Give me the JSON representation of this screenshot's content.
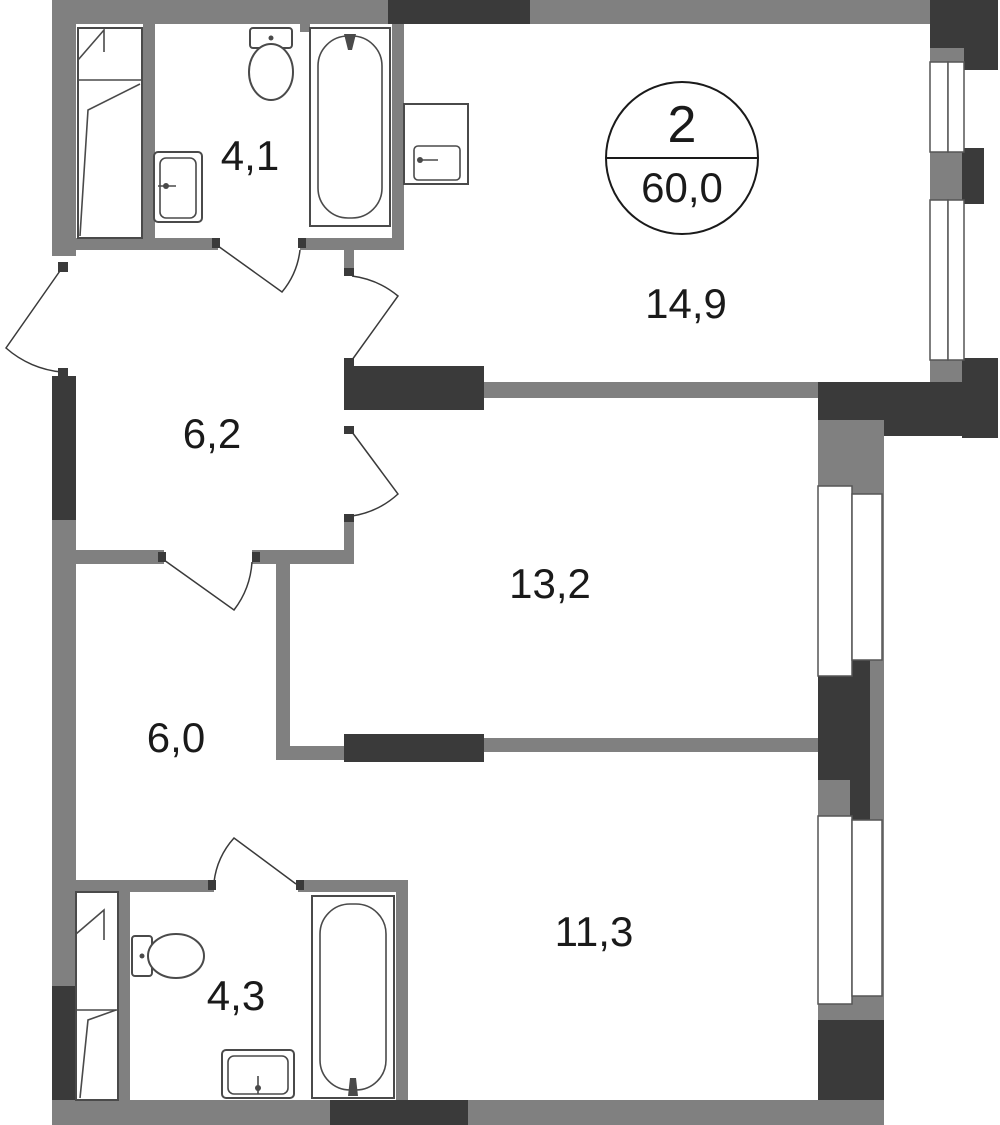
{
  "plan": {
    "badge": {
      "rooms": "2",
      "total_area": "60,0"
    },
    "rooms": [
      {
        "id": "living-room",
        "area": "14,9"
      },
      {
        "id": "bathroom-top",
        "area": "4,1"
      },
      {
        "id": "hall",
        "area": "6,2"
      },
      {
        "id": "bedroom-middle",
        "area": "13,2"
      },
      {
        "id": "corridor",
        "area": "6,0"
      },
      {
        "id": "bedroom-bottom",
        "area": "11,3"
      },
      {
        "id": "bathroom-bottom",
        "area": "4,3"
      }
    ]
  },
  "colors": {
    "wall": "#808080",
    "wall_dark": "#3a3a3a",
    "background": "#ffffff"
  }
}
